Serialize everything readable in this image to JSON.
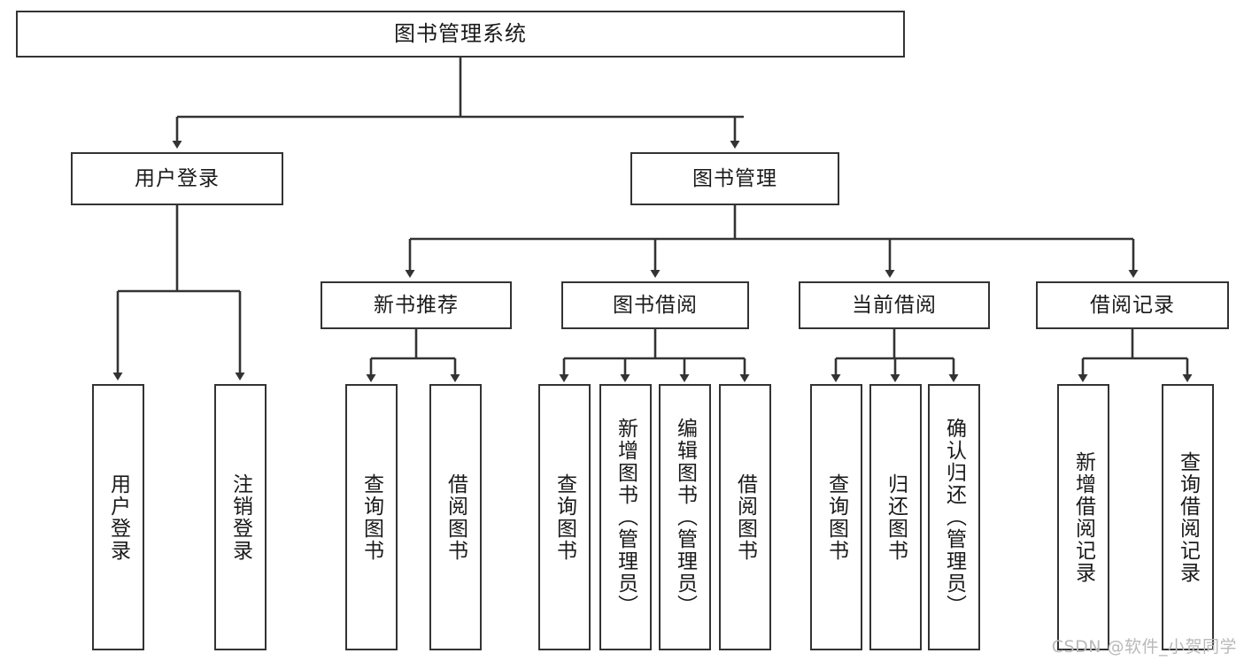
{
  "diagram": {
    "title": "图书管理系统",
    "type": "tree",
    "nodes": {
      "root": {
        "label": "图书管理系统",
        "orientation": "horizontal"
      },
      "user_login": {
        "label": "用户登录",
        "orientation": "horizontal"
      },
      "book_manage": {
        "label": "图书管理",
        "orientation": "horizontal"
      },
      "new_book_rec": {
        "label": "新书推荐",
        "orientation": "horizontal"
      },
      "book_borrow": {
        "label": "图书借阅",
        "orientation": "horizontal"
      },
      "current_borrow": {
        "label": "当前借阅",
        "orientation": "horizontal"
      },
      "borrow_record": {
        "label": "借阅记录",
        "orientation": "horizontal"
      },
      "leaf_user_login": {
        "label": "用户登录",
        "orientation": "vertical"
      },
      "leaf_logout": {
        "label": "注销登录",
        "orientation": "vertical"
      },
      "leaf_query_book_1": {
        "label": "查询图书",
        "orientation": "vertical"
      },
      "leaf_borrow_book_1": {
        "label": "借阅图书",
        "orientation": "vertical"
      },
      "leaf_query_book_2": {
        "label": "查询图书",
        "orientation": "vertical"
      },
      "leaf_add_book": {
        "label": "新增图书（管理员）",
        "orientation": "vertical"
      },
      "leaf_edit_book": {
        "label": "编辑图书（管理员）",
        "orientation": "vertical"
      },
      "leaf_borrow_book_2": {
        "label": "借阅图书",
        "orientation": "vertical"
      },
      "leaf_query_book_3": {
        "label": "查询图书",
        "orientation": "vertical"
      },
      "leaf_return_book": {
        "label": "归还图书",
        "orientation": "vertical"
      },
      "leaf_confirm_return": {
        "label": "确认归还（管理员）",
        "orientation": "vertical"
      },
      "leaf_add_record": {
        "label": "新增借阅记录",
        "orientation": "vertical"
      },
      "leaf_query_record": {
        "label": "查询借阅记录",
        "orientation": "vertical"
      }
    },
    "edges": [
      {
        "from": "root",
        "to": "user_login"
      },
      {
        "from": "root",
        "to": "book_manage"
      },
      {
        "from": "user_login",
        "to": "leaf_user_login"
      },
      {
        "from": "user_login",
        "to": "leaf_logout"
      },
      {
        "from": "book_manage",
        "to": "new_book_rec"
      },
      {
        "from": "book_manage",
        "to": "book_borrow"
      },
      {
        "from": "book_manage",
        "to": "current_borrow"
      },
      {
        "from": "book_manage",
        "to": "borrow_record"
      },
      {
        "from": "new_book_rec",
        "to": "leaf_query_book_1"
      },
      {
        "from": "new_book_rec",
        "to": "leaf_borrow_book_1"
      },
      {
        "from": "book_borrow",
        "to": "leaf_query_book_2"
      },
      {
        "from": "book_borrow",
        "to": "leaf_add_book"
      },
      {
        "from": "book_borrow",
        "to": "leaf_edit_book"
      },
      {
        "from": "book_borrow",
        "to": "leaf_borrow_book_2"
      },
      {
        "from": "current_borrow",
        "to": "leaf_query_book_3"
      },
      {
        "from": "current_borrow",
        "to": "leaf_return_book"
      },
      {
        "from": "current_borrow",
        "to": "leaf_confirm_return"
      },
      {
        "from": "borrow_record",
        "to": "leaf_add_record"
      },
      {
        "from": "borrow_record",
        "to": "leaf_query_record"
      }
    ],
    "colors": {
      "box_border": "#333333",
      "box_fill": "#ffffff",
      "connector": "#333333",
      "text": "#1a1a1a",
      "watermark": "#b9b9b9"
    }
  },
  "watermark": {
    "text": "CSDN @软件_小贺同学"
  }
}
